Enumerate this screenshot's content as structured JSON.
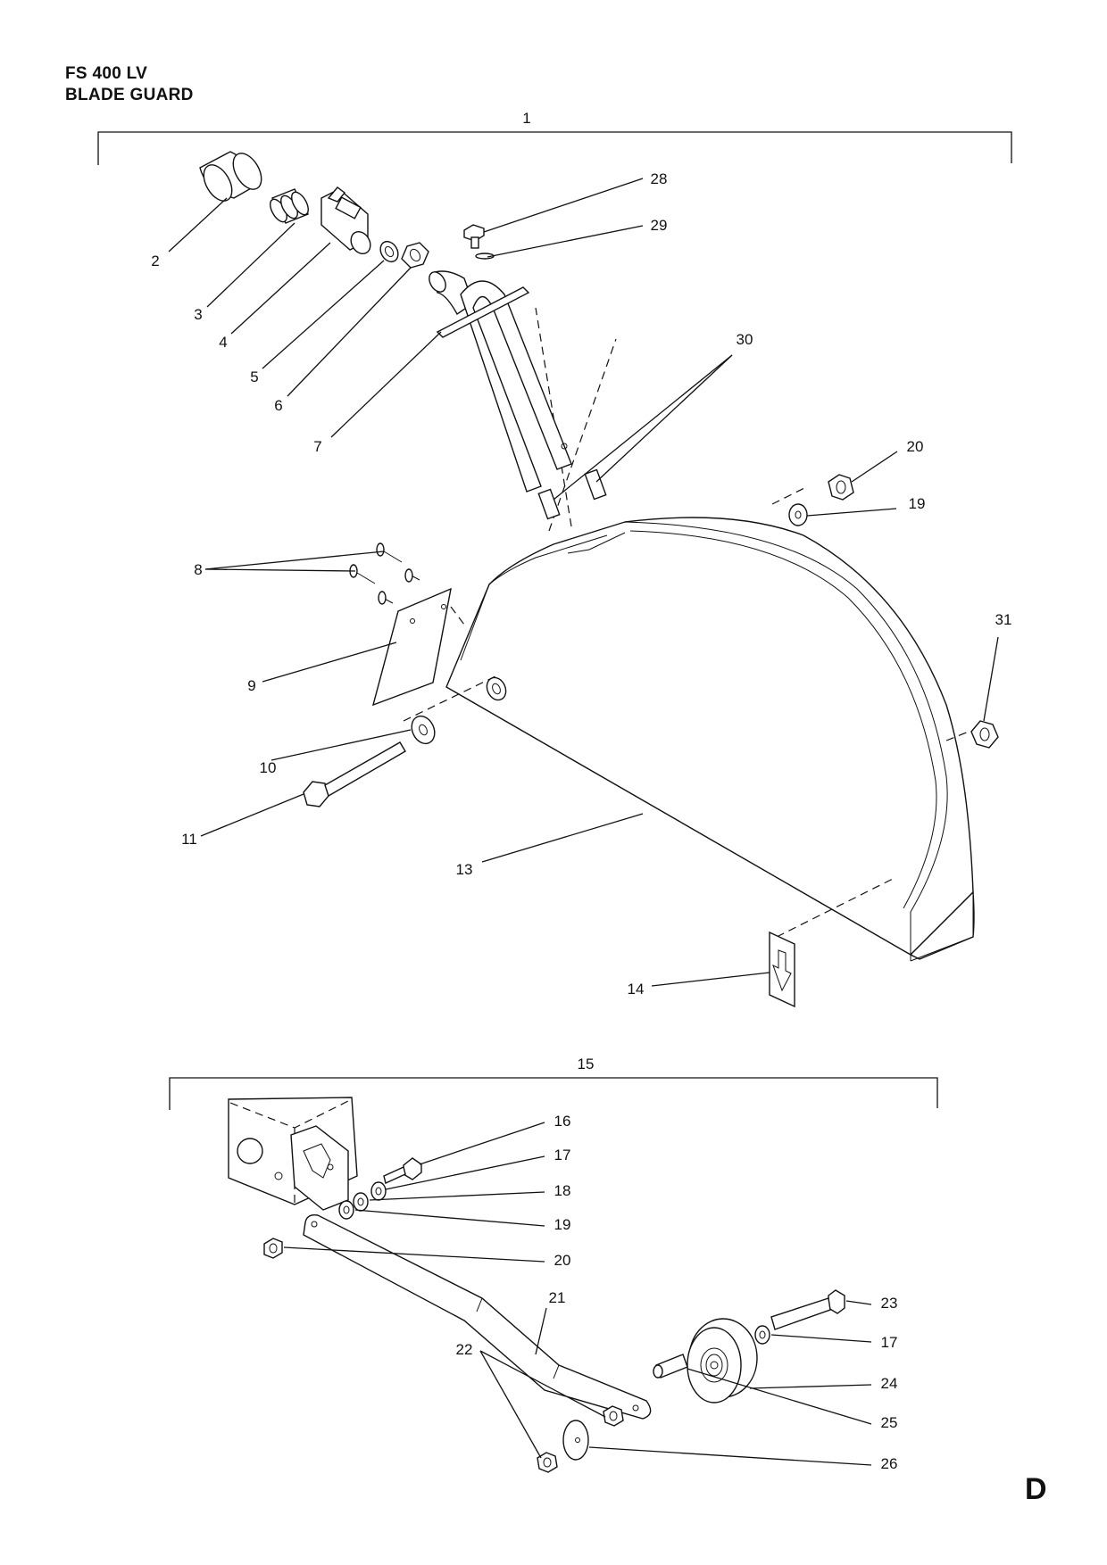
{
  "header": {
    "model": "FS 400 LV",
    "section": "BLADE GUARD"
  },
  "page_letter": "D",
  "assemblies": [
    {
      "label": "1",
      "callouts": [
        "2",
        "3",
        "4",
        "5",
        "6",
        "7",
        "8",
        "9",
        "10",
        "11",
        "13",
        "14",
        "19",
        "20",
        "28",
        "29",
        "30",
        "31"
      ]
    },
    {
      "label": "15",
      "callouts": [
        "16",
        "17",
        "18",
        "19",
        "20",
        "21",
        "22",
        "23",
        "17",
        "24",
        "25",
        "26"
      ]
    }
  ],
  "icons": {
    "blade_guard": "blade-guard-icon",
    "water_valve": "water-valve-icon",
    "wheel": "wheel-icon",
    "bracket": "bracket-icon",
    "arrow_decal": "direction-arrow-icon"
  },
  "colors": {
    "ink": "#111111",
    "paper": "#ffffff"
  }
}
